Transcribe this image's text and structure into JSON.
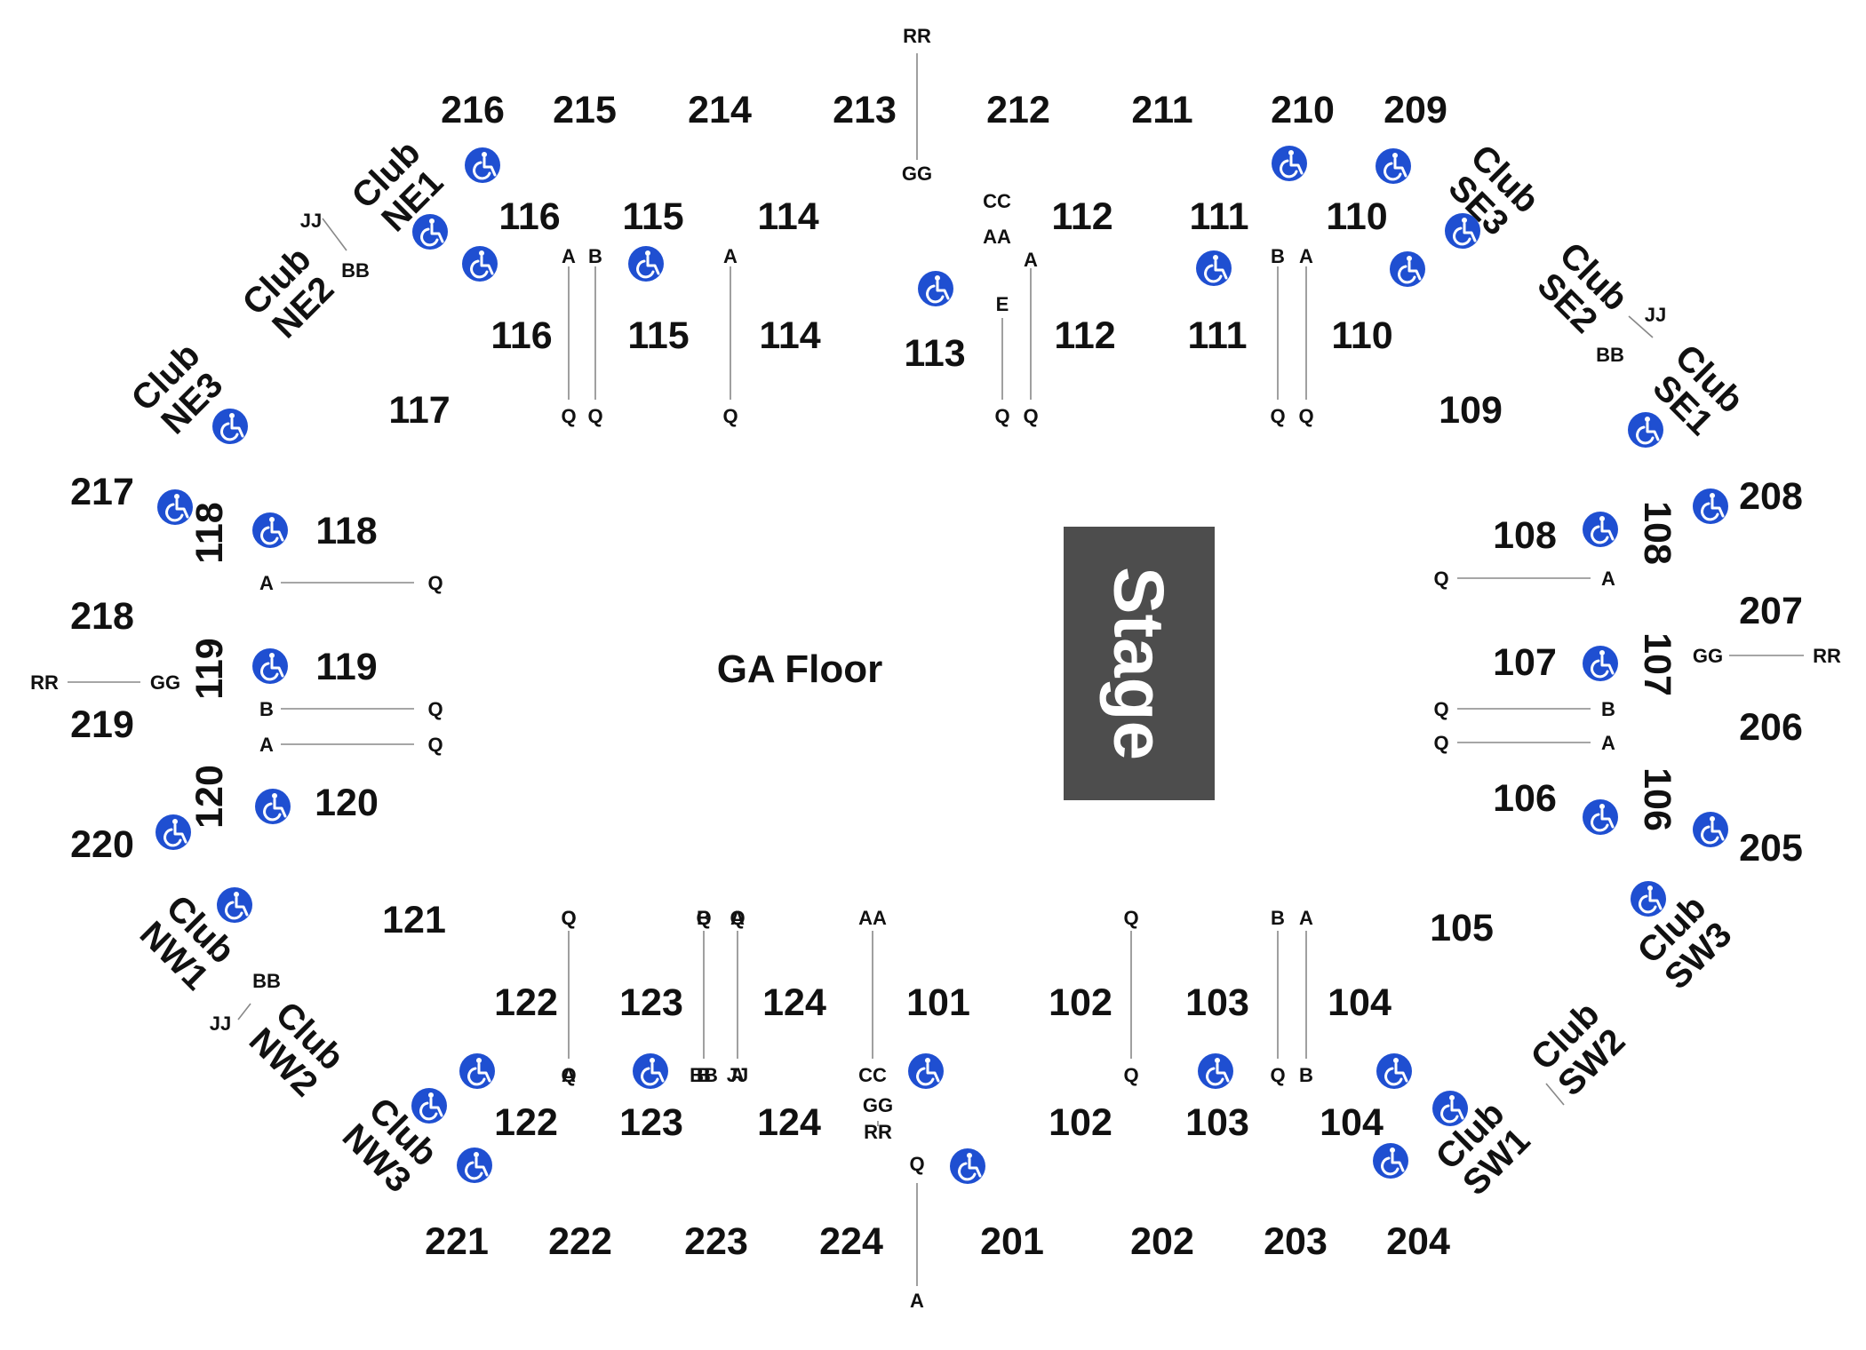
{
  "map": {
    "stage": {
      "label": "Stage",
      "color": "#4d4d4d"
    },
    "floor": {
      "label": "GA Floor"
    },
    "accessibility": {
      "icon": "wheelchair-icon",
      "color": "#1f4fd1"
    },
    "sections": [
      "216",
      "215",
      "214",
      "213",
      "212",
      "211",
      "210",
      "209",
      "116",
      "115",
      "114",
      "112",
      "111",
      "110",
      "116",
      "115",
      "114",
      "113",
      "112",
      "111",
      "110",
      "117",
      "109",
      "217",
      "118",
      "118",
      "108",
      "108",
      "208",
      "218",
      "207",
      "119",
      "119",
      "107",
      "107",
      "219",
      "206",
      "120",
      "120",
      "106",
      "106",
      "220",
      "205",
      "121",
      "105",
      "122",
      "123",
      "124",
      "101",
      "102",
      "103",
      "104",
      "122",
      "123",
      "124",
      "102",
      "103",
      "104",
      "221",
      "222",
      "223",
      "224",
      "201",
      "202",
      "203",
      "204"
    ],
    "clubs": [
      [
        "Club",
        "NE1"
      ],
      [
        "Club",
        "NE2"
      ],
      [
        "Club",
        "NE3"
      ],
      [
        "Club",
        "SE3"
      ],
      [
        "Club",
        "SE2"
      ],
      [
        "Club",
        "SE1"
      ],
      [
        "Club",
        "NW1"
      ],
      [
        "Club",
        "NW2"
      ],
      [
        "Club",
        "NW3"
      ],
      [
        "Club",
        "SW3"
      ],
      [
        "Club",
        "SW2"
      ],
      [
        "Club",
        "SW1"
      ]
    ],
    "rows": [
      "RR",
      "GG",
      "CC",
      "AA",
      "A",
      "E",
      "Q",
      "Q",
      "A",
      "B",
      "Q",
      "Q",
      "A",
      "Q",
      "B",
      "A",
      "Q",
      "Q",
      "JJ",
      "BB",
      "JJ",
      "BB",
      "A",
      "Q",
      "B",
      "Q",
      "A",
      "Q",
      "RR",
      "GG",
      "Q",
      "A",
      "Q",
      "B",
      "Q",
      "A",
      "GG",
      "RR",
      "Q",
      "A",
      "Q",
      "Q",
      "B",
      "A",
      "Q",
      "Q",
      "B",
      "A",
      "Q",
      "B",
      "AA",
      "CC",
      "GG",
      "RR",
      "Q",
      "A",
      "Q",
      "Q",
      "B",
      "A",
      "BB",
      "JJ",
      "BB",
      "JJ"
    ]
  }
}
